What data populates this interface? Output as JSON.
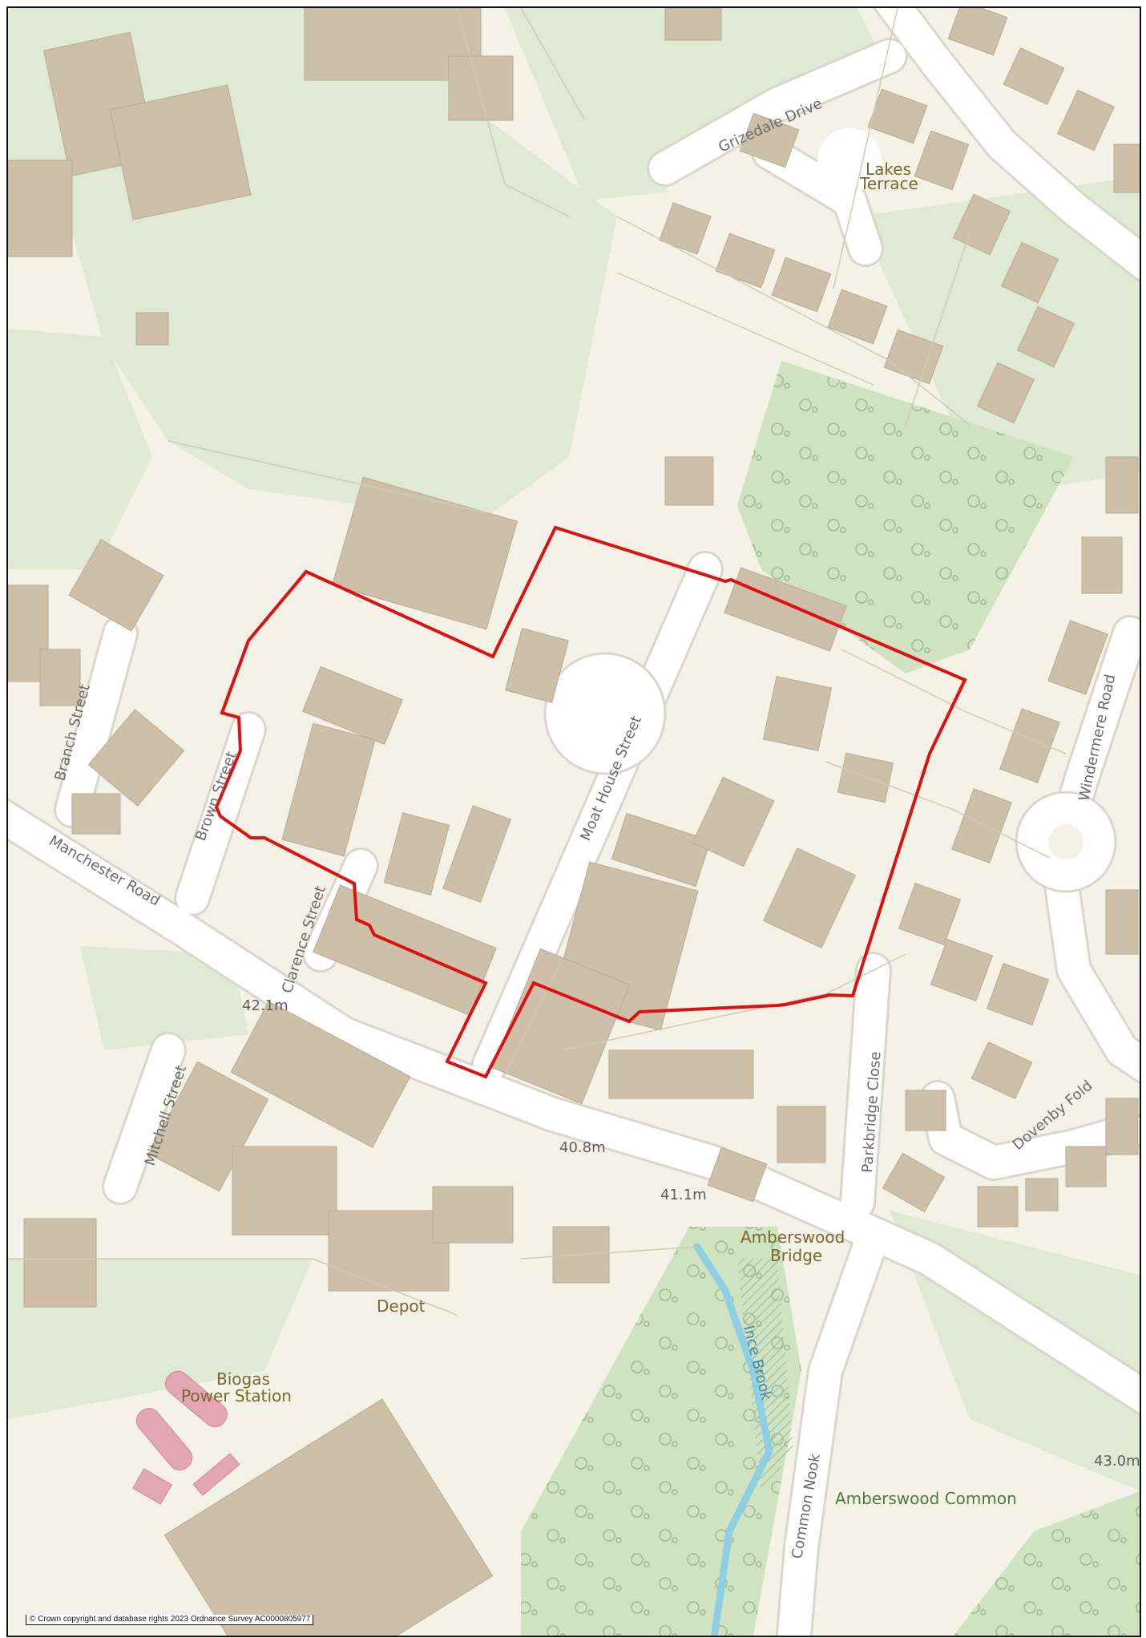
{
  "map": {
    "road_labels": {
      "grizedale_drive": "Grizedale Drive",
      "branch_street": "Branch Street",
      "brown_street": "Brown Street",
      "manchester_road": "Manchester Road",
      "clarence_street": "Clarence Street",
      "moat_house_street": "Moat House Street",
      "windermere_road": "Windermere Road",
      "mitchell_street": "Mitchell Street",
      "parkbridge_close": "Parkbridge Close",
      "dovenby_fold": "Dovenby Fold",
      "common_nook": "Common Nook"
    },
    "place_labels": {
      "lakes_terrace_line1": "Lakes",
      "lakes_terrace_line2": "Terrace",
      "amberswood_bridge_line1": "Amberswood",
      "amberswood_bridge_line2": "Bridge",
      "depot": "Depot",
      "biogas_line1": "Biogas",
      "biogas_line2": "Power Station",
      "amberswood_common": "Amberswood Common"
    },
    "water_labels": {
      "ince_brook": "Ince Brook"
    },
    "spot_heights": {
      "h1": "42.1m",
      "h2": "40.8m",
      "h3": "41.1m",
      "h4": "43.0m"
    },
    "colors": {
      "background": "#f4f2e6",
      "grass": "#dfe9d3",
      "woodland": "#cfe3c0",
      "building": "#cdbfa8",
      "road": "#ffffff",
      "water": "#8ecfe3",
      "site_boundary": "#dd1111",
      "pink_tank": "#e2a7b3"
    },
    "icons": {
      "woodland": "tree-symbol-icon"
    }
  },
  "copyright": "© Crown copyright and database rights 2023 Ordnance Survey AC0000805977"
}
